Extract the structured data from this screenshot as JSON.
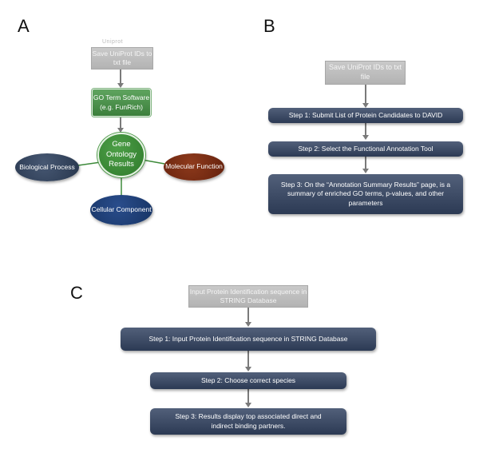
{
  "panel_a": {
    "letter": "A",
    "ghost": "Uniprot",
    "save_box": "Save UniProt IDs to txt file",
    "go_software_box": "GO Term Software (e.g. FunRich)",
    "center_node": "Gene Ontology Results",
    "nodes": {
      "biological": "Biological Process",
      "molecular": "Molecular Function",
      "cellular": "Cellular Component"
    },
    "colors": {
      "center": "#3a8a35",
      "biological": "#34455f",
      "molecular": "#7a2a12",
      "cellular": "#1c3c78"
    }
  },
  "panel_b": {
    "letter": "B",
    "save_box": "Save UniProt IDs to txt file",
    "steps": [
      "Step 1: Submit List of Protein Candidates to DAVID",
      "Step 2: Select the Functional Annotation Tool",
      "Step 3: On the “Annotation Summary Results” page, is a summary of enriched GO terms, p-values, and other parameters"
    ]
  },
  "panel_c": {
    "letter": "C",
    "input_box": "Input Protein Identification sequence in STRING Database",
    "steps": [
      "Step 1: Input Protein Identification sequence in STRING Database",
      "Step 2: Choose correct species",
      "Step 3: Results display top associated direct and indirect binding partners."
    ]
  }
}
